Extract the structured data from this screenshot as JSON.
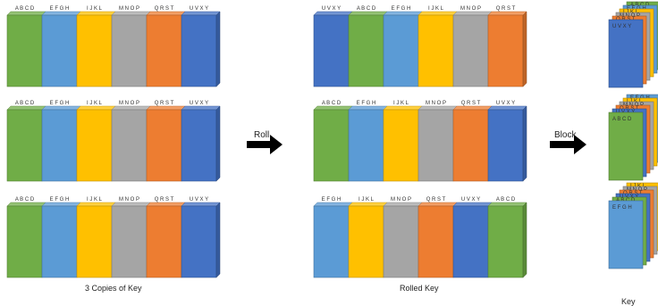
{
  "colors": {
    "green": "#70ad47",
    "lightblue": "#5b9bd5",
    "yellow": "#ffc000",
    "gray": "#a5a5a5",
    "orange": "#ed7d31",
    "blue": "#4472c4",
    "outline": "#2f4f7f",
    "arrow": "#000000"
  },
  "segments": [
    {
      "label": "A B C D",
      "color": "green"
    },
    {
      "label": "E F G H",
      "color": "lightblue"
    },
    {
      "label": "I J K L",
      "color": "yellow"
    },
    {
      "label": "M N O P",
      "color": "gray"
    },
    {
      "label": "Q R S T",
      "color": "orange"
    },
    {
      "label": "U V X Y",
      "color": "blue"
    }
  ],
  "copies": {
    "caption": "3 Copies of Key",
    "rows": [
      {
        "order": [
          0,
          1,
          2,
          3,
          4,
          5
        ]
      },
      {
        "order": [
          0,
          1,
          2,
          3,
          4,
          5
        ]
      },
      {
        "order": [
          0,
          1,
          2,
          3,
          4,
          5
        ]
      }
    ]
  },
  "rolled": {
    "caption": "Rolled Key",
    "rows": [
      {
        "order": [
          5,
          0,
          1,
          2,
          3,
          4
        ]
      },
      {
        "order": [
          0,
          1,
          2,
          3,
          4,
          5
        ]
      },
      {
        "order": [
          1,
          2,
          3,
          4,
          5,
          0
        ]
      }
    ]
  },
  "arrows": {
    "roll": "Roll",
    "block": "Block"
  },
  "blocks": {
    "caption": "Key",
    "stacks": [
      {
        "front": "U V X Y",
        "back_labels": [
          "Q R S T",
          "M N O P",
          "I J K L",
          "E F G H",
          "A B C D"
        ],
        "front_color": "blue"
      },
      {
        "front": "A B C D",
        "back_labels": [
          "U V X Y",
          "Q R S T",
          "M N O P",
          "I J K L",
          "E F G H"
        ],
        "front_color": "green"
      },
      {
        "front": "E F G H",
        "back_labels": [
          "A B C D",
          "U V X Y",
          "Q R S T",
          "M N O P",
          "I J K L"
        ],
        "front_color": "lightblue"
      }
    ]
  }
}
